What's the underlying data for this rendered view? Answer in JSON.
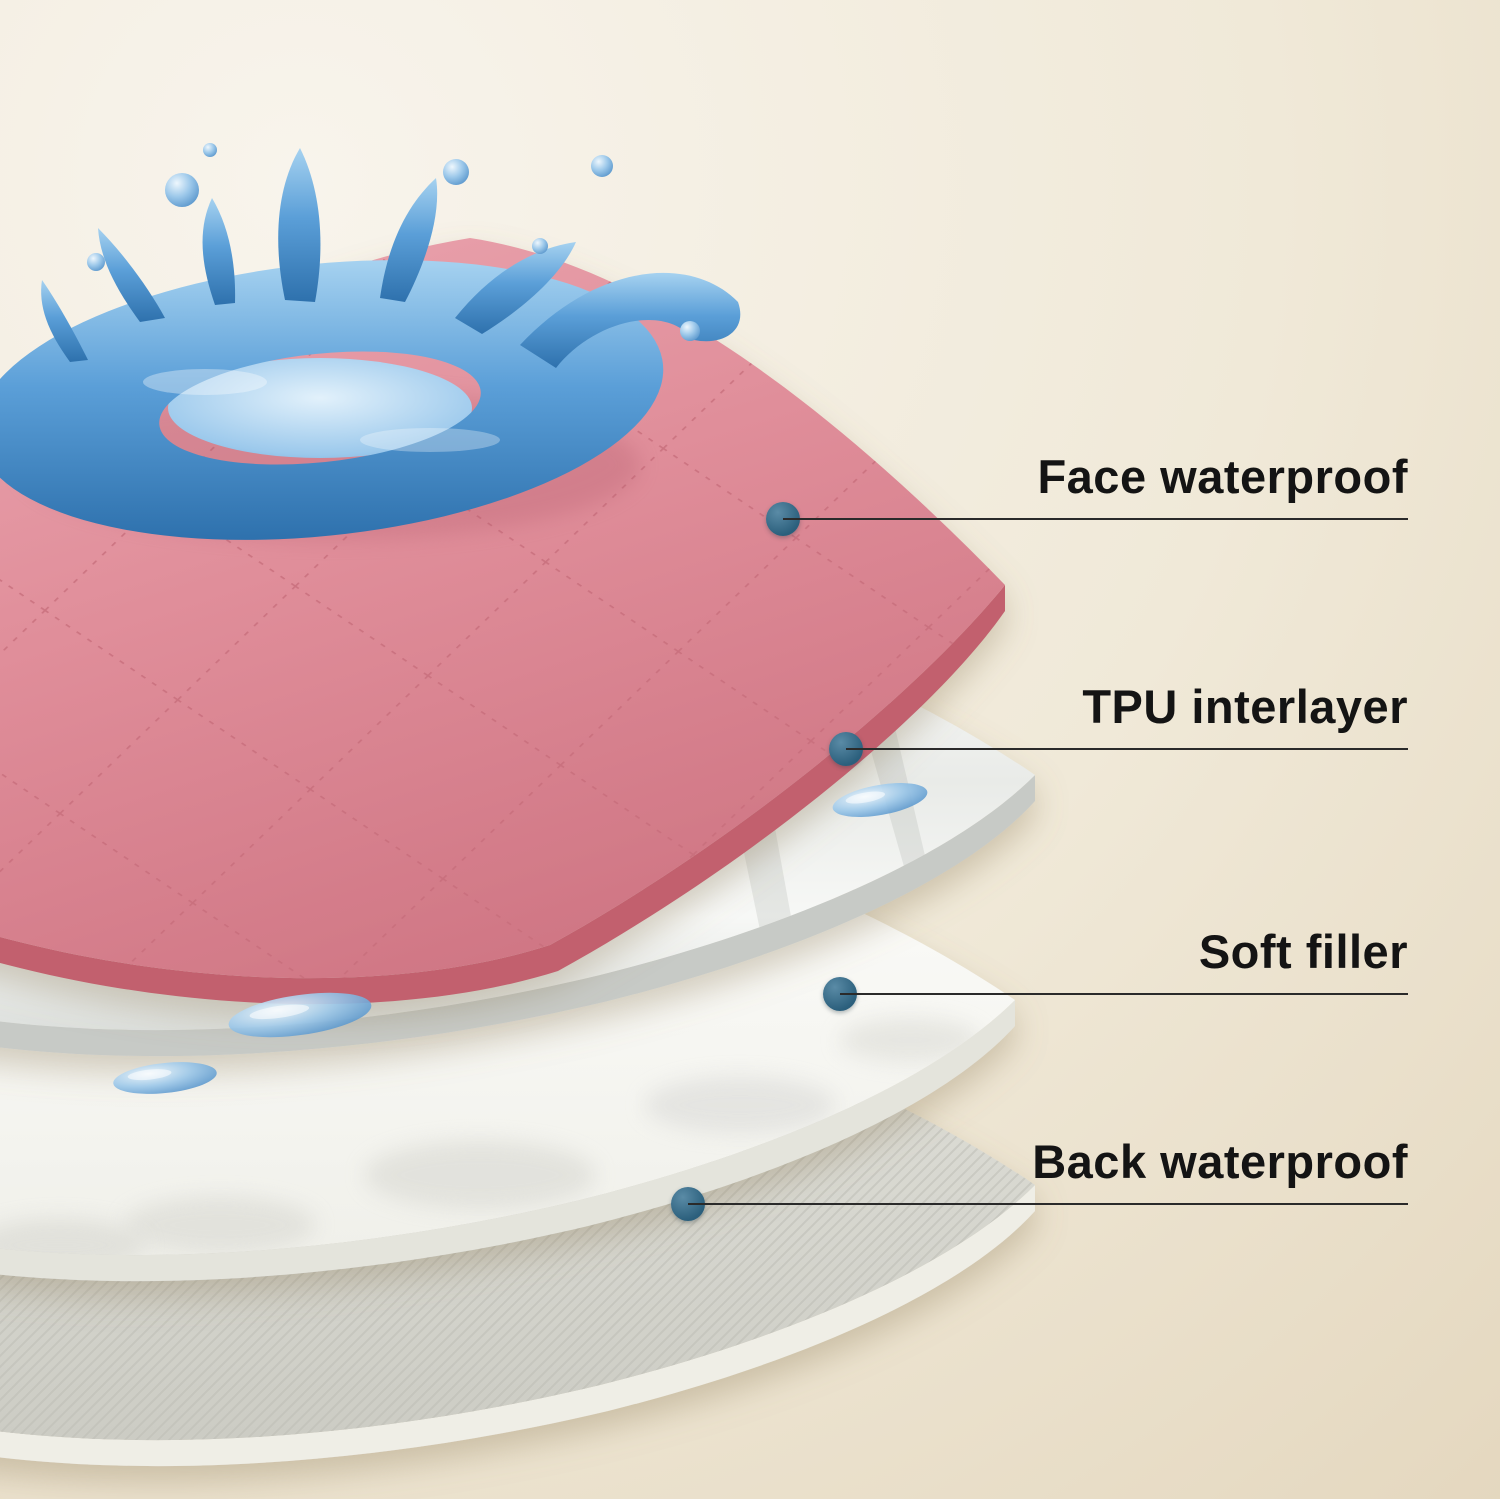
{
  "diagram": {
    "type": "product-layers-exploded",
    "callouts": [
      {
        "label": "Face waterproof"
      },
      {
        "label": "TPU interlayer"
      },
      {
        "label": "Soft filler"
      },
      {
        "label": "Back waterproof"
      }
    ]
  },
  "colors": {
    "background_light": "#f8f4ec",
    "background_dark": "#e2d4ba",
    "text": "#141414",
    "line": "#2a2a2a",
    "accent_dot": "#2b5f7c",
    "face_layer": "#de8b97",
    "face_layer_edge": "#c2606e",
    "tpu_layer": "#f1f2f0",
    "filler_layer": "#fbfbf8",
    "back_layer": "#d8d8d1",
    "water": "#4a90cb"
  }
}
